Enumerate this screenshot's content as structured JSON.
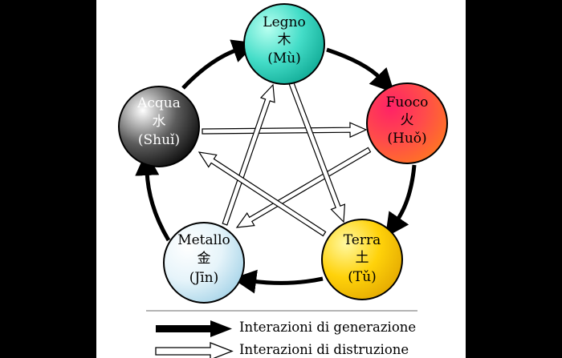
{
  "elements": [
    {
      "key": "wood",
      "name": "Legno",
      "char": "木",
      "pinyin": "(Mù)",
      "text_color": "#000000"
    },
    {
      "key": "fire",
      "name": "Fuoco",
      "char": "火",
      "pinyin": "(Huǒ)",
      "text_color": "#000000"
    },
    {
      "key": "earth",
      "name": "Terra",
      "char": "土",
      "pinyin": "(Tǔ)",
      "text_color": "#000000"
    },
    {
      "key": "metal",
      "name": "Metallo",
      "char": "金",
      "pinyin": "(Jīn)",
      "text_color": "#000000"
    },
    {
      "key": "water",
      "name": "Acqua",
      "char": "水",
      "pinyin": "(Shuǐ)",
      "text_color": "#ffffff"
    }
  ],
  "colors": {
    "wood": {
      "light": "#b8fff0",
      "mid": "#44ddc8",
      "dark": "#0aa48f"
    },
    "fire": {
      "light": "#ff2266",
      "mid": "#ff4b4b",
      "dark": "#ff7a1e"
    },
    "earth": {
      "light": "#fff8a0",
      "mid": "#ffd20a",
      "dark": "#e0a400"
    },
    "metal": {
      "light": "#ffffff",
      "mid": "#e6f4fa",
      "dark": "#9fd0e6"
    },
    "water": {
      "light": "#ffffff",
      "mid": "#5c5c5c",
      "dark": "#000000"
    }
  },
  "legend": {
    "generation": "Interazioni di generazione",
    "destruction": "Interazioni di distruzione"
  }
}
